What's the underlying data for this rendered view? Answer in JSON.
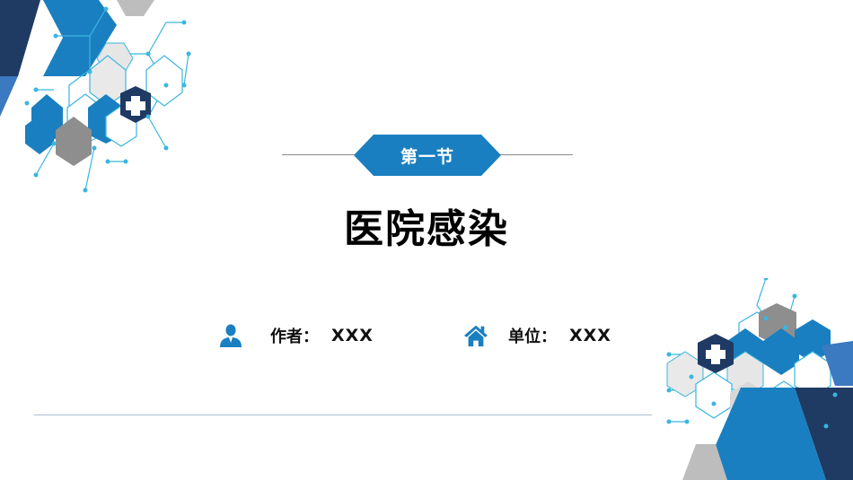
{
  "section": {
    "label": "第一节"
  },
  "title": "医院感染",
  "author": {
    "label": "作者：",
    "value": "XXX",
    "icon": "person-icon"
  },
  "unit": {
    "label": "单位：",
    "value": "XXX",
    "icon": "home-icon"
  },
  "colors": {
    "primary_blue": "#1a7fc0",
    "navy": "#1f3a63",
    "gray": "#8e8e8e",
    "light_gray": "#e9e9e9",
    "cyan_dots": "#3ab6e0"
  }
}
